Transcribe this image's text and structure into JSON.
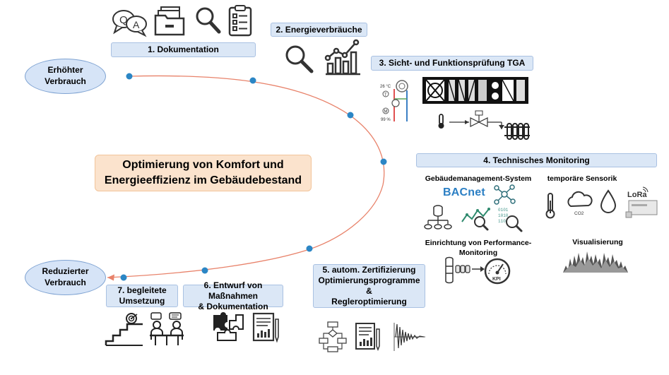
{
  "center": {
    "line1": "Optimierung von Komfort und",
    "line2": "Energieeffizienz im Gebäudebestand"
  },
  "start": {
    "line1": "Erhöhter",
    "line2": "Verbrauch"
  },
  "end": {
    "line1": "Reduzierter",
    "line2": "Verbrauch"
  },
  "steps": {
    "s1": "1. Dokumentation",
    "s2": "2. Energieverbräuche",
    "s3": "3. Sicht- und Funktionsprüfung TGA",
    "s4": "4. Technisches Monitoring",
    "s5": {
      "line1": "5. autom. Zertifizierung",
      "line2": "Optimierungsprogramme",
      "line3": "&",
      "line4": "Regleroptimierung"
    },
    "s6": {
      "line1": "6. Entwurf von Maßnahmen",
      "line2": "& Dokumentation"
    },
    "s7": {
      "line1": "7. begleitete",
      "line2": "Umsetzung"
    }
  },
  "monitoring": {
    "gms": "Gebäudemanagement-System",
    "sensorik": "temporäre Sensorik",
    "perf1": "Einrichtung von Performance-",
    "perf2": "Monitoring",
    "vis": "Visualisierung",
    "bacnet": "BACnet",
    "lora": "LoRa",
    "co2": "CO2",
    "kpi": "KPI",
    "bits1": "0101",
    "bits2": "1010",
    "bits3": "1101"
  },
  "tga": {
    "temp": "26 °C",
    "hum": "99 %",
    "t": "T",
    "m": "M"
  },
  "icons": [
    "qa-icon",
    "folder-icon",
    "magnifier-icon",
    "checklist-icon",
    "magnifier-icon",
    "bar-chart-icon",
    "hvac-schematic-icon",
    "air-handling-unit-icon",
    "thermometer-icon",
    "valve-icon",
    "radiator-icon",
    "network-icon",
    "database-icon",
    "analytics-icon",
    "code-search-icon",
    "thermometer-icon",
    "cloud-icon",
    "drop-icon",
    "lora-sensor-icon",
    "sensor-kpi-icon",
    "waveform-icon",
    "flowchart-icon",
    "report-icon",
    "oscillation-icon",
    "puzzle-icon",
    "report-icon",
    "stairs-target-icon",
    "meeting-icon"
  ],
  "colors": {
    "curve": "#e8826a",
    "node": "#2b86c5",
    "stepFill": "#dbe7f6",
    "centerFill": "#fbe3cd"
  }
}
